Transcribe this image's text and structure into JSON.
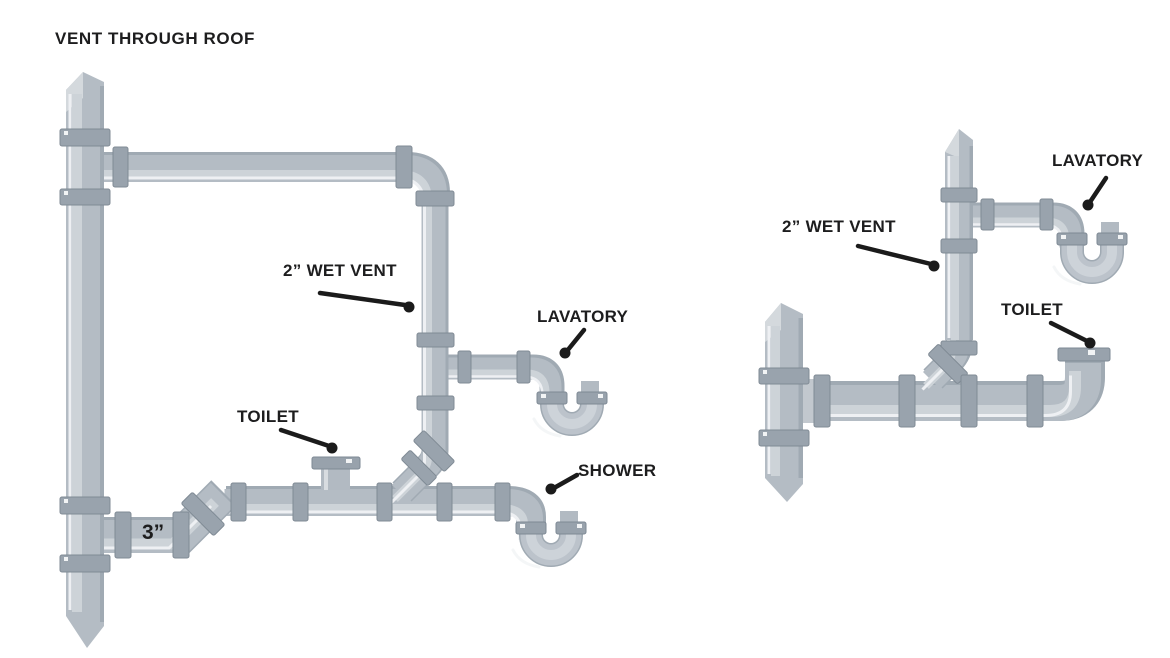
{
  "title": "VENT THROUGH ROOF",
  "left_diagram": {
    "labels": {
      "wet_vent": "2” WET VENT",
      "lavatory": "LAVATORY",
      "toilet": "TOILET",
      "shower": "SHOWER",
      "pipe_size": "3”"
    }
  },
  "right_diagram": {
    "labels": {
      "wet_vent": "2” WET VENT",
      "lavatory": "LAVATORY",
      "toilet": "TOILET"
    }
  },
  "colors": {
    "pipe_main": "#b4bcc4",
    "pipe_light": "#cdd3d8",
    "pipe_white": "#eef0f3",
    "pipe_edge": "#a0aab3",
    "coupling": "#99a3ad",
    "coupling_edge": "#808b95",
    "trap": "#bcc3cb",
    "label_text": "#1d1d1e",
    "leader": "#1b1b1b",
    "background": "#ffffff"
  }
}
